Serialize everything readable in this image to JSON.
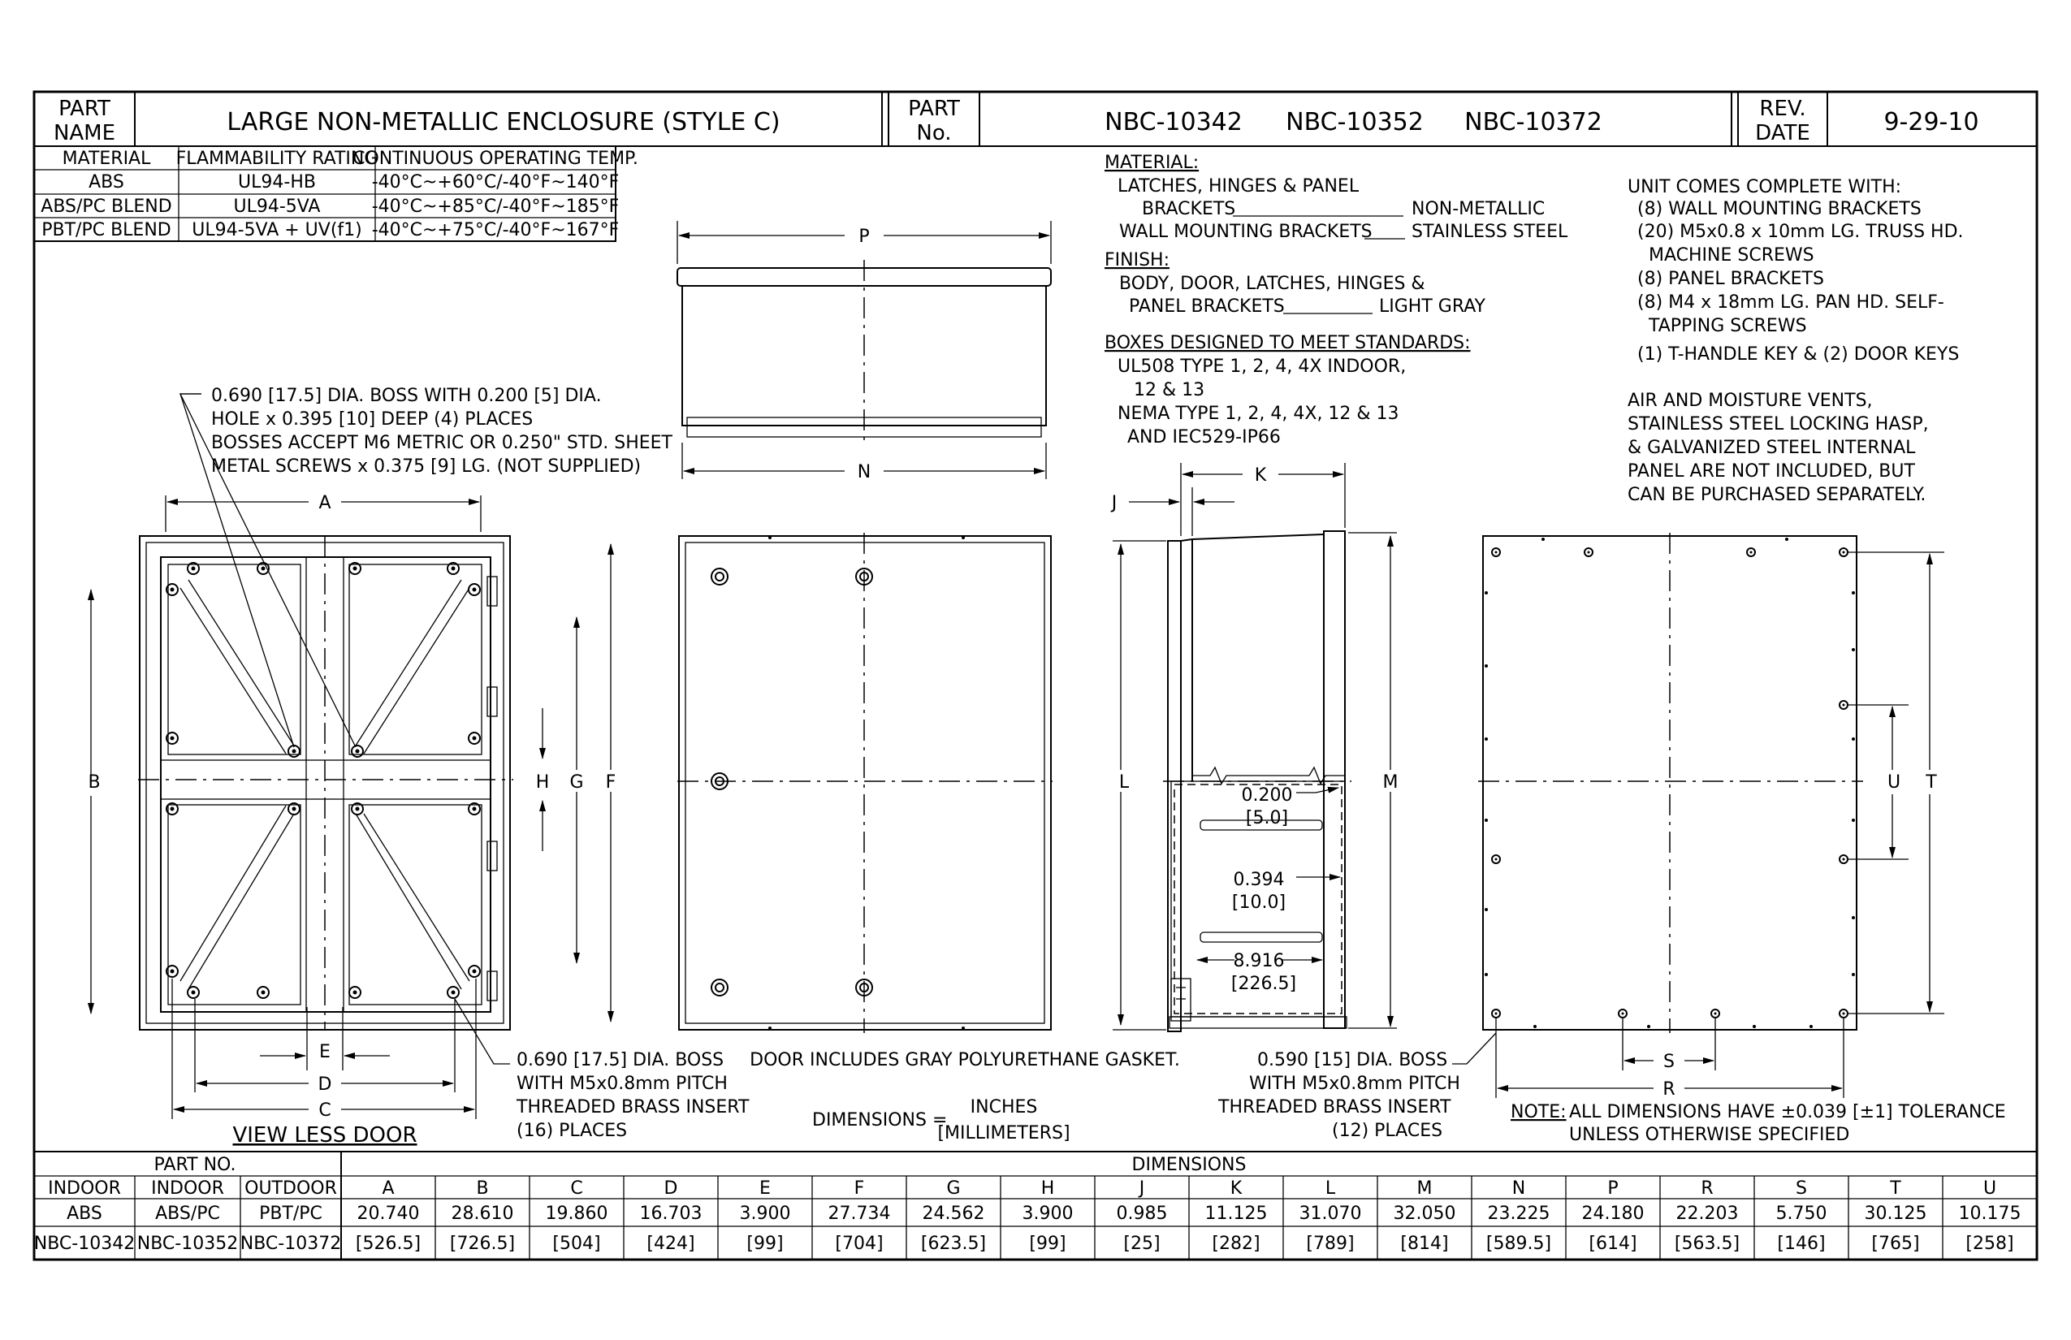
{
  "title_block": {
    "part_name_label_1": "PART",
    "part_name_label_2": "NAME",
    "part_name": "LARGE NON-METALLIC ENCLOSURE (STYLE C)",
    "part_no_label_1": "PART",
    "part_no_label_2": "No.",
    "part_numbers": [
      "NBC-10342",
      "NBC-10352",
      "NBC-10372"
    ],
    "rev_label_1": "REV.",
    "rev_label_2": "DATE",
    "rev_date": "9-29-10"
  },
  "material_table": {
    "headers": [
      "MATERIAL",
      "FLAMMABILITY RATING",
      "CONTINUOUS OPERATING TEMP."
    ],
    "rows": [
      [
        "ABS",
        "UL94-HB",
        "-40°C~+60°C/-40°F~140°F"
      ],
      [
        "ABS/PC BLEND",
        "UL94-5VA",
        "-40°C~+85°C/-40°F~185°F"
      ],
      [
        "PBT/PC BLEND",
        "UL94-5VA + UV(f1)",
        "-40°C~+75°C/-40°F~167°F"
      ]
    ]
  },
  "notes": {
    "material_heading": "MATERIAL:",
    "material_lines": [
      "LATCHES, HINGES & PANEL",
      "BRACKETS",
      "NON-METALLIC",
      "WALL MOUNTING BRACKETS",
      "STAINLESS STEEL"
    ],
    "finish_heading": "FINISH:",
    "finish_lines": [
      "BODY, DOOR, LATCHES, HINGES &",
      "PANEL BRACKETS",
      "LIGHT GRAY"
    ],
    "standards_heading": "BOXES DESIGNED TO MEET STANDARDS:",
    "standards_lines": [
      "UL508 TYPE 1, 2, 4, 4X INDOOR,",
      "12 & 13",
      "NEMA TYPE 1, 2, 4, 4X, 12 & 13",
      "AND IEC529-IP66"
    ],
    "unit_lines": [
      "UNIT COMES COMPLETE WITH:",
      "(8) WALL MOUNTING BRACKETS",
      "(20) M5x0.8 x 10mm LG. TRUSS HD.",
      "MACHINE SCREWS",
      "(8) PANEL BRACKETS",
      "(8) M4 x 18mm LG. PAN HD. SELF-",
      "TAPPING SCREWS",
      "(1) T-HANDLE KEY & (2) DOOR KEYS"
    ],
    "vent_lines": [
      "AIR AND MOISTURE VENTS,",
      "STAINLESS STEEL LOCKING HASP,",
      "& GALVANIZED STEEL INTERNAL",
      "PANEL ARE NOT INCLUDED, BUT",
      "CAN BE PURCHASED SEPARATELY."
    ]
  },
  "callouts": {
    "boss_top": [
      "0.690 [17.5] DIA. BOSS WITH 0.200 [5] DIA.",
      "HOLE x 0.395 [10] DEEP (4) PLACES",
      "BOSSES ACCEPT M6 METRIC OR 0.250\" STD. SHEET",
      "METAL SCREWS x 0.375 [9] LG. (NOT SUPPLIED)"
    ],
    "boss_bottom": [
      "0.690 [17.5] DIA. BOSS",
      "WITH M5x0.8mm PITCH",
      "THREADED BRASS INSERT",
      "(16) PLACES"
    ],
    "door_gasket": "DOOR INCLUDES GRAY POLYURETHANE GASKET.",
    "dims_label": "DIMENSIONS =",
    "dims_inches": "INCHES",
    "dims_mm": "[MILLIMETERS]",
    "boss_right": [
      "0.590 [15] DIA. BOSS",
      "WITH M5x0.8mm PITCH",
      "THREADED BRASS INSERT",
      "(12) PLACES"
    ],
    "tolerance_label": "NOTE:",
    "tolerance_lines": [
      "ALL DIMENSIONS HAVE ±0.039 [±1] TOLERANCE",
      "UNLESS OTHERWISE SPECIFIED"
    ],
    "view_title": "VIEW LESS DOOR",
    "side_dim_1": [
      "0.200",
      "[5.0]"
    ],
    "side_dim_2": [
      "0.394",
      "[10.0]"
    ],
    "side_dim_3": [
      "8.916",
      "[226.5]"
    ]
  },
  "dim_letters": {
    "A": "A",
    "B": "B",
    "C": "C",
    "D": "D",
    "E": "E",
    "F": "F",
    "G": "G",
    "H": "H",
    "J": "J",
    "K": "K",
    "L": "L",
    "M": "M",
    "N": "N",
    "P": "P",
    "R": "R",
    "S": "S",
    "T": "T",
    "U": "U"
  },
  "dimension_table": {
    "part_no_header": "PART NO.",
    "dimensions_header": "DIMENSIONS",
    "part_cols": [
      {
        "type": "INDOOR",
        "material": "ABS",
        "part": "NBC-10342"
      },
      {
        "type": "INDOOR",
        "material": "ABS/PC",
        "part": "NBC-10352"
      },
      {
        "type": "OUTDOOR",
        "material": "PBT/PC",
        "part": "NBC-10372"
      }
    ],
    "columns": [
      {
        "letter": "A",
        "inch": "20.740",
        "mm": "[526.5]"
      },
      {
        "letter": "B",
        "inch": "28.610",
        "mm": "[726.5]"
      },
      {
        "letter": "C",
        "inch": "19.860",
        "mm": "[504]"
      },
      {
        "letter": "D",
        "inch": "16.703",
        "mm": "[424]"
      },
      {
        "letter": "E",
        "inch": "3.900",
        "mm": "[99]"
      },
      {
        "letter": "F",
        "inch": "27.734",
        "mm": "[704]"
      },
      {
        "letter": "G",
        "inch": "24.562",
        "mm": "[623.5]"
      },
      {
        "letter": "H",
        "inch": "3.900",
        "mm": "[99]"
      },
      {
        "letter": "J",
        "inch": "0.985",
        "mm": "[25]"
      },
      {
        "letter": "K",
        "inch": "11.125",
        "mm": "[282]"
      },
      {
        "letter": "L",
        "inch": "31.070",
        "mm": "[789]"
      },
      {
        "letter": "M",
        "inch": "32.050",
        "mm": "[814]"
      },
      {
        "letter": "N",
        "inch": "23.225",
        "mm": "[589.5]"
      },
      {
        "letter": "P",
        "inch": "24.180",
        "mm": "[614]"
      },
      {
        "letter": "R",
        "inch": "22.203",
        "mm": "[563.5]"
      },
      {
        "letter": "S",
        "inch": "5.750",
        "mm": "[146]"
      },
      {
        "letter": "T",
        "inch": "30.125",
        "mm": "[765]"
      },
      {
        "letter": "U",
        "inch": "10.175",
        "mm": "[258]"
      }
    ]
  }
}
